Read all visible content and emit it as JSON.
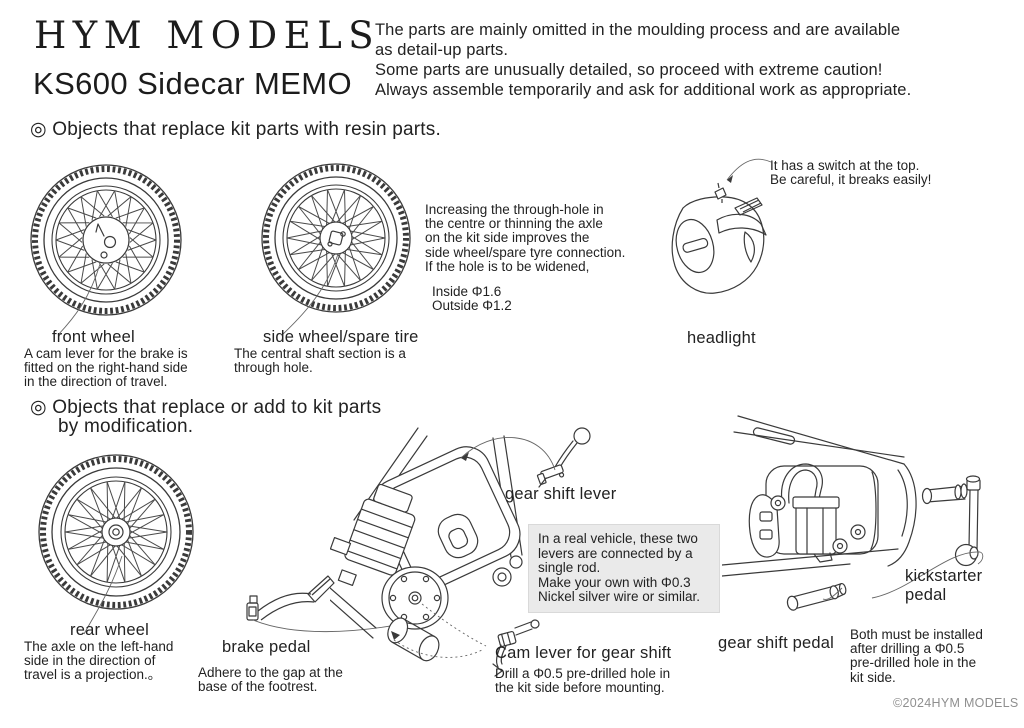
{
  "header": {
    "logo": "HYM MODELS",
    "subtitle": "KS600 Sidecar MEMO",
    "intro": "The parts are mainly omitted in the moulding process and are available\nas detail-up parts.\nSome parts are unusually detailed, so proceed with extreme caution!\nAlways assemble temporarily and ask for additional work as appropriate."
  },
  "sections": {
    "resin_heading": "◎ Objects that replace kit parts with resin parts.",
    "mod_heading_line1": "◎ Objects that replace or add to kit parts",
    "mod_heading_line2": "by modification."
  },
  "parts": {
    "front_wheel": {
      "label": "front wheel",
      "note": "A cam lever for the brake is\nfitted on the right-hand side\nin the direction of travel."
    },
    "side_wheel": {
      "label": "side wheel/spare tire",
      "note": "The central shaft section is a\nthrough hole."
    },
    "axle_tip": {
      "note": "Increasing the through-hole in\nthe centre or thinning the axle\non the kit side improves the\nside wheel/spare tyre connection.\nIf the hole is to be widened,",
      "specs": "Inside Φ1.6\nOutside Φ1.2"
    },
    "headlight": {
      "label": "headlight",
      "note": "It has a switch at the top.\nBe careful, it breaks easily!"
    },
    "rear_wheel": {
      "label": "rear wheel",
      "note": "The axle on the left-hand\nside in the direction of\ntravel is a projection.。"
    },
    "brake_pedal": {
      "label": "brake pedal",
      "note": "Adhere to the gap at the\nbase of the footrest."
    },
    "gear_shift_lever": {
      "label": "gear shift lever"
    },
    "levers_info": {
      "note": "In a real vehicle, these two\nlevers are connected by a\nsingle rod.\nMake your own with Φ0.3\nNickel silver wire or similar."
    },
    "cam_lever": {
      "label": "Cam lever for gear shift",
      "note": "Drill a Φ0.5 pre-drilled hole in\nthe kit side before mounting."
    },
    "gear_shift_pedal": {
      "label": "gear shift pedal"
    },
    "kickstarter_pedal": {
      "label": "kickstarter\npedal",
      "note": "Both must be installed\nafter drilling a Φ0.5\npre-drilled hole in the\nkit side."
    }
  },
  "footer": {
    "copyright": "©2024HYM MODELS"
  },
  "colors": {
    "line_art": "#3a3a3a",
    "text": "#222222",
    "info_box_bg": "#eaeaea",
    "copyright_gray": "#8f8f8f"
  }
}
